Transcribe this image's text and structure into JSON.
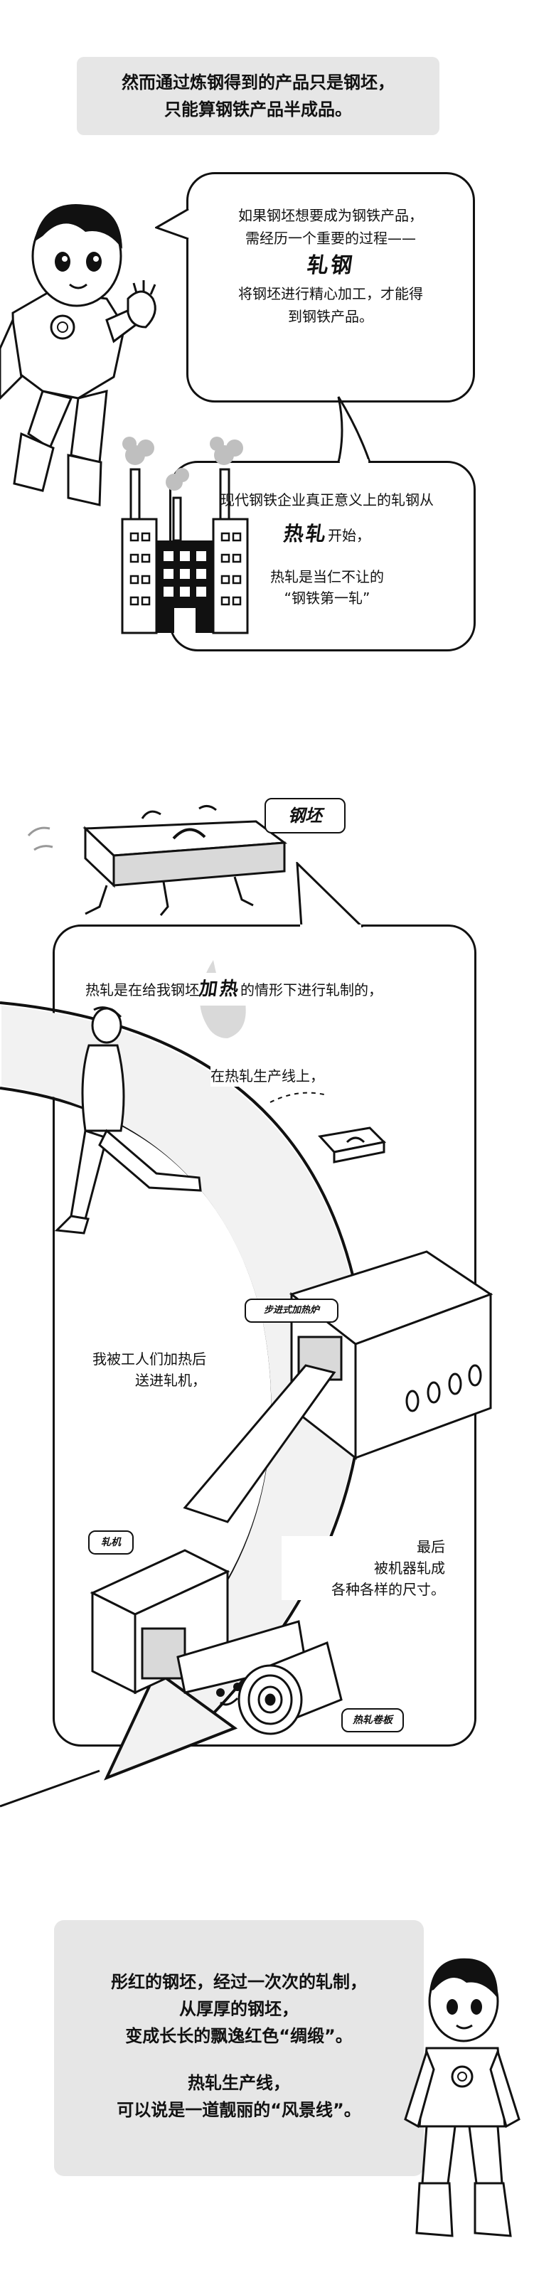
{
  "intro": {
    "line1": "然而通过炼钢得到的产品只是钢坯，",
    "line2": "只能算钢铁产品半成品。"
  },
  "bubble1": {
    "line1": "如果钢坯想要成为钢铁产品，",
    "line2": "需经历一个重要的过程——",
    "keyword": "轧钢",
    "line3": "将钢坯进行精心加工，才能得",
    "line4": "到钢铁产品。"
  },
  "bubble2": {
    "line1": "现代钢铁企业真正意义上的轧钢从",
    "keyword": "热轧",
    "keyword_suffix": "开始，",
    "line2": "热轧是当仁不让的",
    "line3": "“钢铁第一轧”"
  },
  "billet_label": "钢坯",
  "process": {
    "heating_pre": "热轧是在给我钢坯",
    "heating_kw": "加热",
    "heating_post": "的情形下进行轧制的，",
    "line_text": "在热轧生产线上，",
    "worker_line1": "我被工人们加热后",
    "worker_line2": "送进轧机，",
    "final_line1": "最后",
    "final_line2": "被机器轧成",
    "final_line3": "各种各样的尺寸。",
    "furnace_label": "步进式加热炉",
    "mill_label": "轧机",
    "coil_label": "热轧卷板"
  },
  "outro": {
    "line1": "彤红的钢坯，经过一次次的轧制，",
    "line2": "从厚厚的钢坯，",
    "line3": "变成长长的飘逸红色“绸缎”。",
    "line4": "热轧生产线，",
    "line5": "可以说是一道靓丽的“风景线”。"
  }
}
